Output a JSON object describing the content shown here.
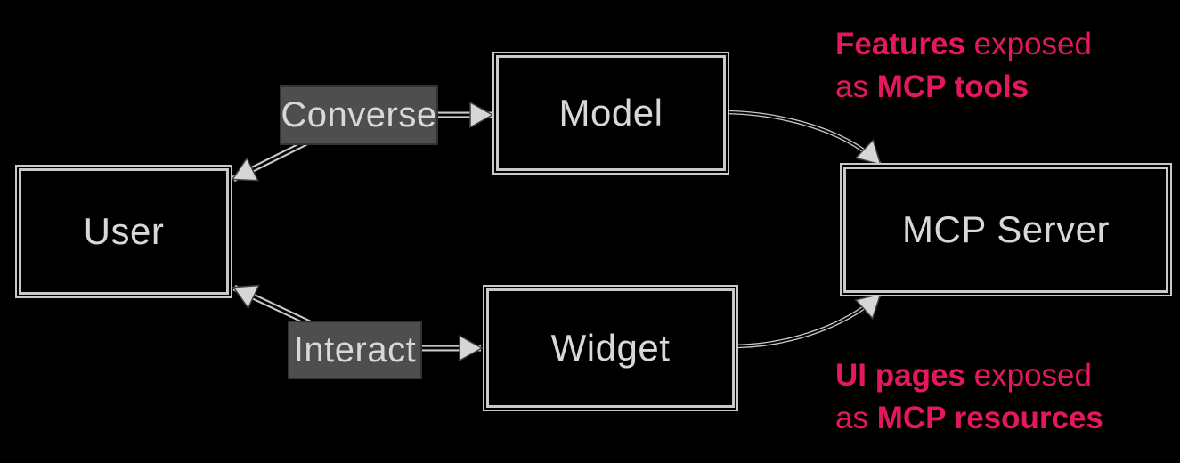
{
  "theme": {
    "background": "#000000",
    "line": "#c9c9c9",
    "node_text": "#d8d8d8",
    "label_bg": "#4e4e4e",
    "label_border": "#333333",
    "pink": "#e6175c",
    "arrow_fill": "#d6d6d6"
  },
  "diagram": {
    "nodes": {
      "user": {
        "label": "User"
      },
      "model": {
        "label": "Model"
      },
      "widget": {
        "label": "Widget"
      },
      "mcp_server": {
        "label": "MCP Server"
      }
    },
    "edges": {
      "converse": {
        "label": "Converse"
      },
      "interact": {
        "label": "Interact"
      }
    },
    "annotations": {
      "features": {
        "bold1": "Features",
        "normal1": " exposed",
        "normal2": "as ",
        "bold2": "MCP tools"
      },
      "ui_pages": {
        "bold1": "UI pages",
        "normal1": " exposed",
        "normal2": "as ",
        "bold2": "MCP resources"
      }
    }
  }
}
